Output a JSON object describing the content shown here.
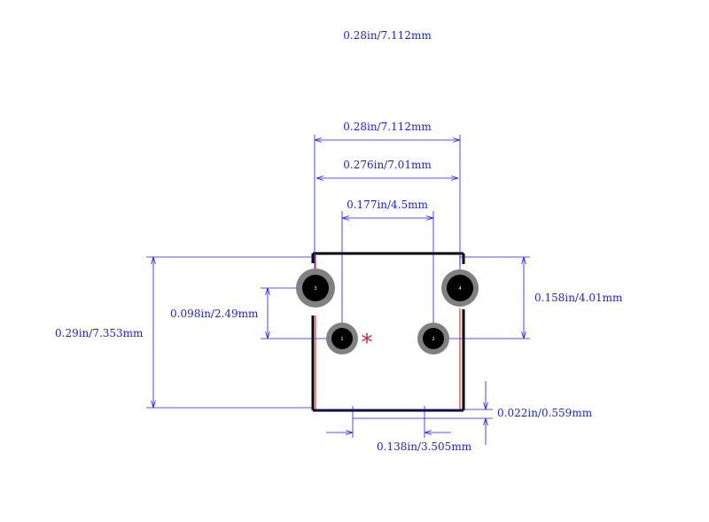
{
  "colors": {
    "dimension": "#1a1aff",
    "outline": "#000000",
    "courtyard": "#ff0000",
    "pad_ring": "#808080",
    "pad_hole": "#000000",
    "pin1_marker": "#d6213a"
  },
  "dimensions": {
    "overall_width_top": "0.28in/7.112mm",
    "overall_width": "0.28in/7.112mm",
    "body_width": "0.276in/7.01mm",
    "pin_spacing": "0.177in/4.5mm",
    "vertical_offset": "0.098in/2.49mm",
    "body_height": "0.29in/7.353mm",
    "right_pin_offset": "0.158in/4.01mm",
    "bottom_gap": "0.022in/0.559mm",
    "bottom_width": "0.138in/3.505mm"
  },
  "pads": {
    "pin1_label": "1",
    "pin2_label": "2",
    "pin3_label": "3",
    "pin4_label": "4"
  },
  "pin1_marker": "*"
}
